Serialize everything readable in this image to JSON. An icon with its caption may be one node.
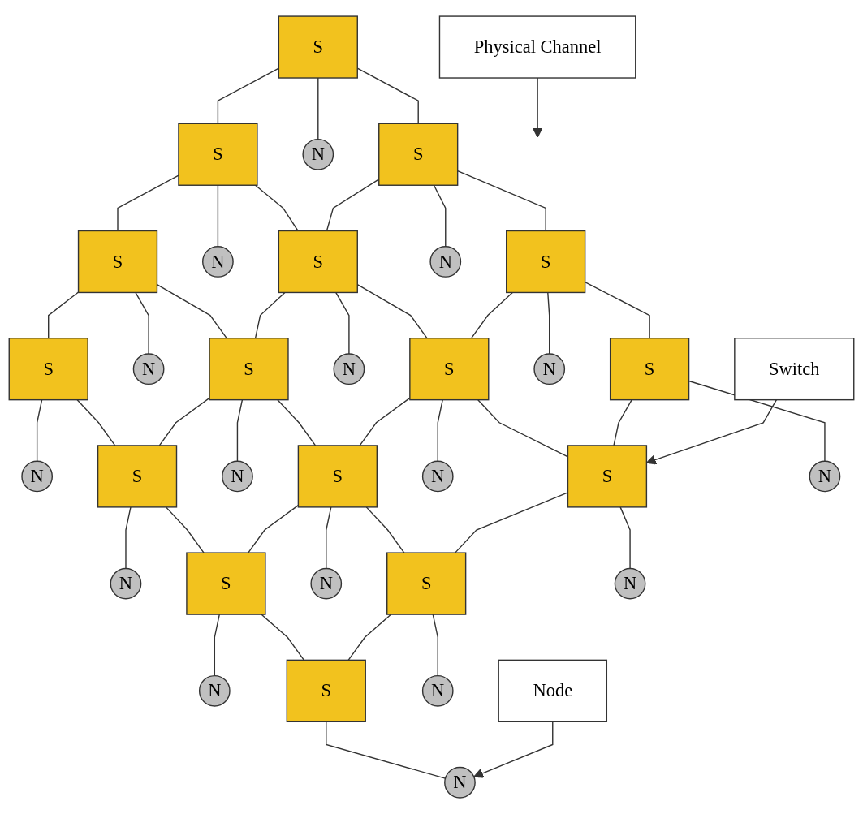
{
  "diagram": {
    "nodes": [
      {
        "text": [
          "S"
        ]
      },
      {
        "text": [
          "S"
        ]
      },
      {
        "text": [
          "S"
        ]
      },
      {
        "text": [
          "S"
        ]
      },
      {
        "text": [
          "N"
        ]
      },
      {
        "text": [
          "N"
        ]
      },
      {
        "text": [
          "N"
        ]
      },
      {
        "text": [
          "N"
        ]
      },
      {
        "text": [
          "S"
        ]
      },
      {
        "text": [
          "S"
        ]
      },
      {
        "text": [
          "S"
        ]
      },
      {
        "text": [
          "S"
        ]
      },
      {
        "text": [
          "N"
        ]
      },
      {
        "text": [
          "N"
        ]
      },
      {
        "text": [
          "N"
        ]
      },
      {
        "text": [
          "N"
        ]
      },
      {
        "text": [
          "S"
        ]
      },
      {
        "text": [
          "S"
        ]
      },
      {
        "text": [
          "S"
        ]
      },
      {
        "text": [
          "S"
        ]
      },
      {
        "text": [
          "N"
        ]
      },
      {
        "text": [
          "N"
        ]
      },
      {
        "text": [
          "N"
        ]
      },
      {
        "text": [
          "N"
        ]
      },
      {
        "text": [
          "S"
        ]
      },
      {
        "text": [
          "S"
        ]
      },
      {
        "text": [
          "S"
        ]
      },
      {
        "text": [
          "S"
        ]
      },
      {
        "text": [
          "N"
        ]
      },
      {
        "text": [
          "N"
        ]
      },
      {
        "text": [
          "N"
        ]
      },
      {
        "text": [
          "N"
        ]
      },
      {
        "text": [
          "Physical Channel"
        ]
      },
      {
        "text": [
          "Switch"
        ]
      },
      {
        "text": [
          "Node"
        ]
      }
    ],
    "edges": [
      {
        "from": 0,
        "to": 1,
        "arrow": "none"
      },
      {
        "from": 1,
        "to": 2,
        "arrow": "none"
      },
      {
        "from": 2,
        "to": 3,
        "arrow": "none"
      },
      {
        "from": 0,
        "to": 4,
        "arrow": "none"
      },
      {
        "from": 1,
        "to": 5,
        "arrow": "none"
      },
      {
        "from": 2,
        "to": 6,
        "arrow": "none"
      },
      {
        "from": 3,
        "to": 7,
        "arrow": "none"
      },
      {
        "from": 0,
        "to": 8,
        "arrow": "none"
      },
      {
        "from": 1,
        "to": 9,
        "arrow": "none"
      },
      {
        "from": 2,
        "to": 10,
        "arrow": "none"
      },
      {
        "from": 3,
        "to": 11,
        "arrow": "none"
      },
      {
        "from": 8,
        "to": 9,
        "arrow": "none"
      },
      {
        "from": 9,
        "to": 10,
        "arrow": "none"
      },
      {
        "from": 10,
        "to": 11,
        "arrow": "none"
      },
      {
        "from": 8,
        "to": 12,
        "arrow": "none"
      },
      {
        "from": 9,
        "to": 13,
        "arrow": "none"
      },
      {
        "from": 10,
        "to": 14,
        "arrow": "none"
      },
      {
        "from": 11,
        "to": 15,
        "arrow": "none"
      },
      {
        "from": 8,
        "to": 16,
        "arrow": "none"
      },
      {
        "from": 9,
        "to": 17,
        "arrow": "none"
      },
      {
        "from": 10,
        "to": 18,
        "arrow": "none"
      },
      {
        "from": 11,
        "to": 19,
        "arrow": "none"
      },
      {
        "from": 16,
        "to": 17,
        "arrow": "none"
      },
      {
        "from": 17,
        "to": 18,
        "arrow": "none"
      },
      {
        "from": 18,
        "to": 19,
        "arrow": "none"
      },
      {
        "from": 16,
        "to": 20,
        "arrow": "none"
      },
      {
        "from": 17,
        "to": 21,
        "arrow": "none"
      },
      {
        "from": 18,
        "to": 22,
        "arrow": "none"
      },
      {
        "from": 19,
        "to": 23,
        "arrow": "none"
      },
      {
        "from": 16,
        "to": 24,
        "arrow": "none"
      },
      {
        "from": 17,
        "to": 25,
        "arrow": "none"
      },
      {
        "from": 18,
        "to": 26,
        "arrow": "none"
      },
      {
        "from": 19,
        "to": 27,
        "arrow": "none"
      },
      {
        "from": 24,
        "to": 25,
        "arrow": "none"
      },
      {
        "from": 25,
        "to": 26,
        "arrow": "none"
      },
      {
        "from": 26,
        "to": 27,
        "arrow": "none"
      },
      {
        "from": 24,
        "to": 28,
        "arrow": "none"
      },
      {
        "from": 25,
        "to": 29,
        "arrow": "none"
      },
      {
        "from": 26,
        "to": 30,
        "arrow": "none"
      },
      {
        "from": 27,
        "to": 31,
        "arrow": "none"
      },
      {
        "from": 32,
        "to": null,
        "arrow": "to"
      },
      {
        "from": 33,
        "to": 25,
        "arrow": "to"
      },
      {
        "from": 34,
        "to": 31,
        "arrow": "to"
      }
    ]
  }
}
